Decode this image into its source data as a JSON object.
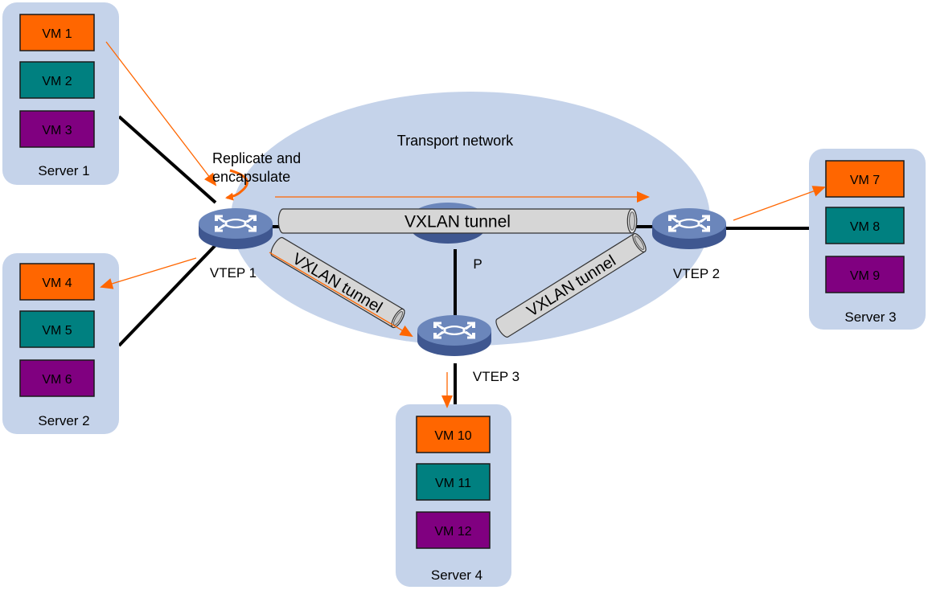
{
  "title": "VXLAN head-end replication diagram",
  "colors": {
    "server_bg": "#c5d3ea",
    "network_bg": "#c5d3ea",
    "vm_orange": "#ff6600",
    "vm_teal": "#008080",
    "vm_purple": "#800080",
    "flow_arrow": "#ff6600",
    "link": "#000000",
    "tunnel_fill": "#d6d6d6",
    "router_top": "#6b86bb",
    "router_side": "#3f5790"
  },
  "network": {
    "label": "Transport network"
  },
  "annotation": {
    "line1": "Replicate and",
    "line2": "encapsulate"
  },
  "servers": [
    {
      "label": "Server 1",
      "vms": [
        {
          "label": "VM 1",
          "color": "orange"
        },
        {
          "label": "VM 2",
          "color": "teal"
        },
        {
          "label": "VM 3",
          "color": "purple"
        }
      ]
    },
    {
      "label": "Server 2",
      "vms": [
        {
          "label": "VM 4",
          "color": "orange"
        },
        {
          "label": "VM 5",
          "color": "teal"
        },
        {
          "label": "VM 6",
          "color": "purple"
        }
      ]
    },
    {
      "label": "Server 3",
      "vms": [
        {
          "label": "VM 7",
          "color": "orange"
        },
        {
          "label": "VM 8",
          "color": "teal"
        },
        {
          "label": "VM 9",
          "color": "purple"
        }
      ]
    },
    {
      "label": "Server 4",
      "vms": [
        {
          "label": "VM 10",
          "color": "orange"
        },
        {
          "label": "VM 11",
          "color": "teal"
        },
        {
          "label": "VM 12",
          "color": "purple"
        }
      ]
    }
  ],
  "devices": [
    {
      "id": "vtep1",
      "label": "VTEP 1",
      "icon": "switch-icon"
    },
    {
      "id": "p",
      "label": "P",
      "icon": "switch-icon"
    },
    {
      "id": "vtep2",
      "label": "VTEP 2",
      "icon": "switch-icon"
    },
    {
      "id": "vtep3",
      "label": "VTEP 3",
      "icon": "switch-icon"
    }
  ],
  "tunnels": [
    {
      "from": "VTEP 1",
      "to": "VTEP 2",
      "label": "VXLAN tunnel"
    },
    {
      "from": "VTEP 1",
      "to": "VTEP 3",
      "label": "VXLAN tunnel"
    },
    {
      "from": "VTEP 3",
      "to": "VTEP 2",
      "label": "VXLAN tunnel"
    }
  ]
}
